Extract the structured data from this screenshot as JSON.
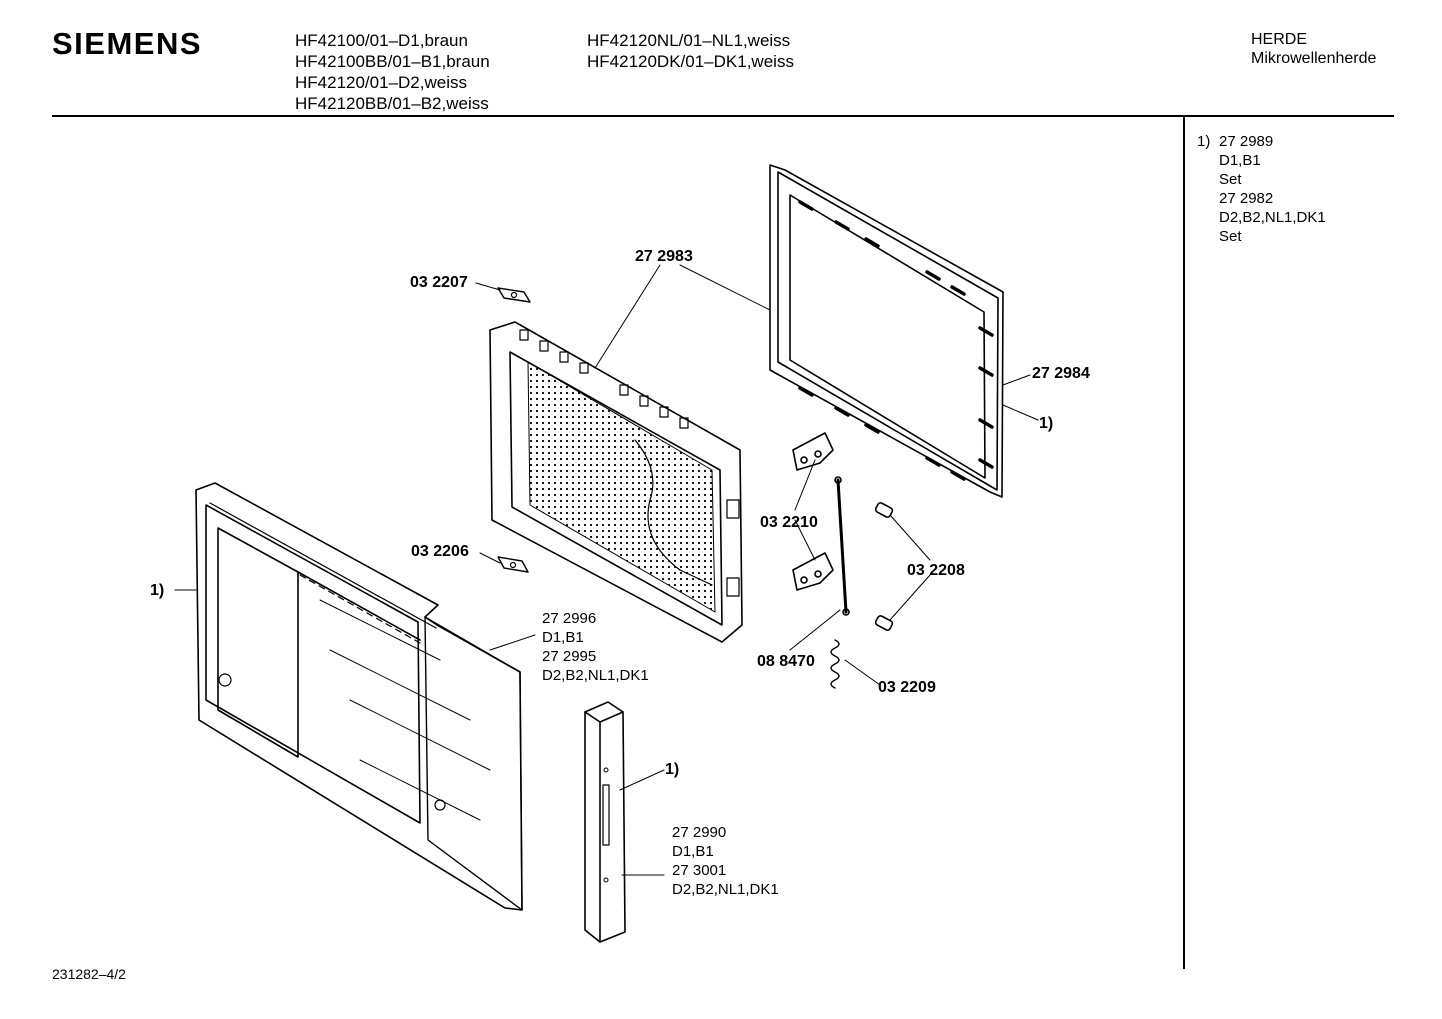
{
  "header": {
    "brand": "SIEMENS",
    "models_left": [
      "HF42100/01–D1,braun",
      "HF42100BB/01–B1,braun",
      "HF42120/01–D2,weiss",
      "HF42120BB/01–B2,weiss"
    ],
    "models_right": [
      "HF42120NL/01–NL1,weiss",
      "HF42120DK/01–DK1,weiss"
    ],
    "category": "HERDE",
    "subcategory": "Mikrowellenherde"
  },
  "side_note": {
    "marker": "1)",
    "lines": [
      "27 2989",
      "D1,B1",
      "Set",
      "27 2982",
      "D2,B2,NL1,DK1",
      "Set"
    ]
  },
  "parts": {
    "p_322207": "03 2207",
    "p_272983": "27 2983",
    "p_272984": "27 2984",
    "ref1_frame": "1)",
    "p_322210": "03 2210",
    "p_322208": "03 2208",
    "p_322206": "03 2206",
    "ref1_door": "1)",
    "door_variant": [
      "27 2996",
      "D1,B1",
      "27 2995",
      "D2,B2,NL1,DK1"
    ],
    "p_088470": "08 8470",
    "p_322209": "03 2209",
    "ref1_handle": "1)",
    "handle_variant": [
      "27 2990",
      "D1,B1",
      "27 3001",
      "D2,B2,NL1,DK1"
    ]
  },
  "footer": {
    "drawing_number": "231282–4/2"
  }
}
